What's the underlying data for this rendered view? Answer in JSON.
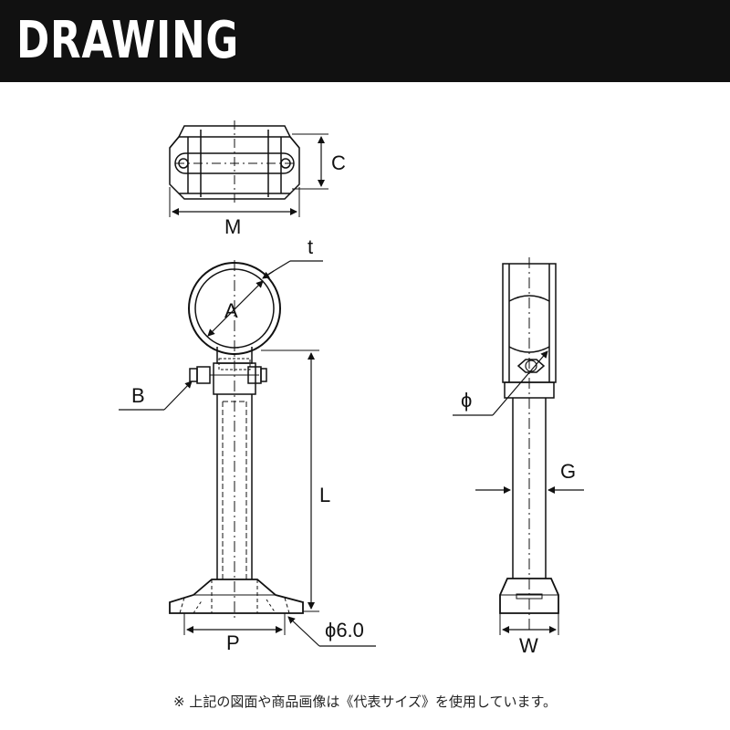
{
  "header": {
    "title": "DRAWING"
  },
  "dimensions": {
    "c": "C",
    "m": "M",
    "t": "t",
    "a": "A",
    "b": "B",
    "l": "L",
    "p": "P",
    "phi_6": "ϕ6.0",
    "phi": "ϕ",
    "g": "G",
    "w": "W"
  },
  "footnote": "※ 上記の図面や商品画像は《代表サイズ》を使用しています。",
  "colors": {
    "header_bg": "#111111",
    "header_text": "#ffffff",
    "line": "#111111"
  }
}
